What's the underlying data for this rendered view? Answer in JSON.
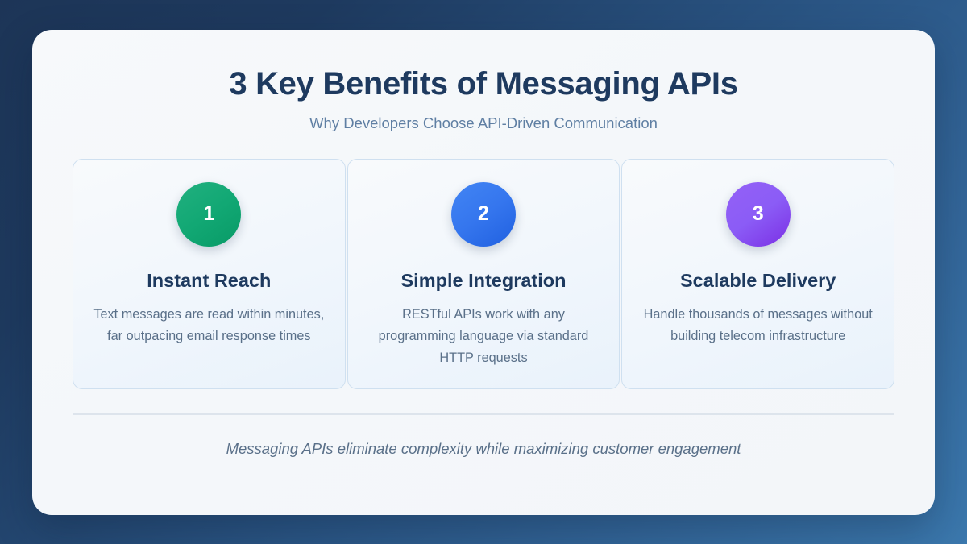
{
  "slide": {
    "title": "3 Key Benefits of Messaging APIs",
    "subtitle": "Why Developers Choose API-Driven Communication",
    "footer_text": "Messaging APIs eliminate complexity while maximizing customer engagement",
    "background_gradient_start": "#1e3a5f",
    "background_gradient_end": "#3b78ad",
    "panel_color": "#f5f7fa",
    "title_color": "#1e3a5f",
    "subtitle_color": "#5f7fa3",
    "body_color": "#5a7089",
    "card_border_color": "#cfe0f0",
    "divider_color": "#dde4ec"
  },
  "cards": [
    {
      "number": "1",
      "title": "Instant Reach",
      "description": "Text messages are read within minutes, far outpacing email response times",
      "accent_color": "#12a874"
    },
    {
      "number": "2",
      "title": "Simple Integration",
      "description": "RESTful APIs work with any programming language via standard HTTP requests",
      "accent_color": "#3576ee"
    },
    {
      "number": "3",
      "title": "Scalable Delivery",
      "description": "Handle thousands of messages without building telecom infrastructure",
      "accent_color": "#8b5cf6"
    }
  ]
}
